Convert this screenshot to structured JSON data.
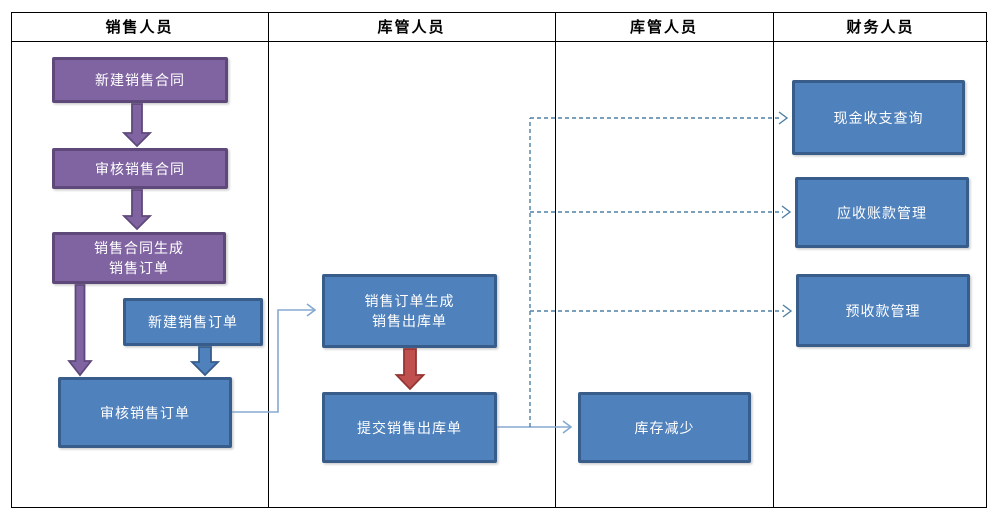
{
  "lanes": [
    {
      "label": "销售人员"
    },
    {
      "label": "库管人员"
    },
    {
      "label": "库管人员"
    },
    {
      "label": "财务人员"
    }
  ],
  "nodes": {
    "new_contract": {
      "label": "新建销售合同"
    },
    "review_contract": {
      "label": "审核销售合同"
    },
    "contract_to_order": {
      "label": "销售合同生成\n销售订单"
    },
    "new_order": {
      "label": "新建销售订单"
    },
    "review_order": {
      "label": "审核销售订单"
    },
    "order_to_outbound": {
      "label": "销售订单生成\n销售出库单"
    },
    "submit_outbound": {
      "label": "提交销售出库单"
    },
    "inventory_decrease": {
      "label": "库存减少"
    },
    "cash_query": {
      "label": "现金收支查询"
    },
    "receivable_mgmt": {
      "label": "应收账款管理"
    },
    "advance_mgmt": {
      "label": "预收款管理"
    }
  },
  "colors": {
    "background": "#FFFFFF",
    "frame_border": "#000000",
    "purple_fill": "#8064A2",
    "purple_border": "#5F497A",
    "blue_fill": "#4F81BD",
    "blue_border": "#385D8A",
    "red_fill": "#C0504D",
    "red_border": "#943634",
    "connector_solid": "#85A9CF",
    "connector_dashed": "#4E80A6"
  }
}
